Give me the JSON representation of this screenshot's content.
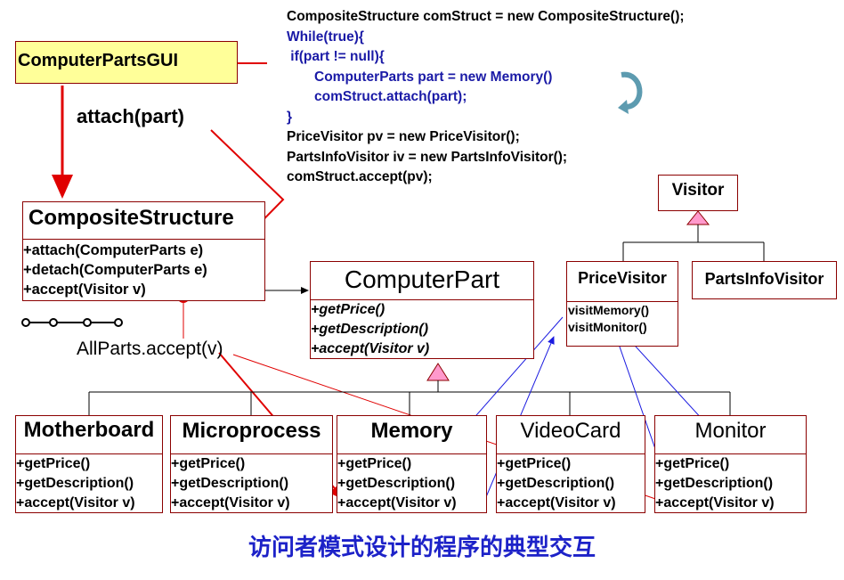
{
  "code": {
    "l1": "CompositeStructure comStruct = new CompositeStructure();",
    "l2": "While(true){",
    "l3": " if(part != null){",
    "l4": "ComputerParts part = new Memory()",
    "l5": "comStruct.attach(part);",
    "l6": "}",
    "l7": "PriceVisitor pv = new PriceVisitor();",
    "l8": "PartsInfoVisitor iv = new PartsInfoVisitor();",
    "l9": "comStruct.accept(pv);"
  },
  "gui": {
    "title": "ComputerPartsGUI"
  },
  "labels": {
    "attach": "attach(part)",
    "allparts": "AllParts.accept(v)"
  },
  "composite": {
    "title": "CompositeStructure",
    "ops": [
      "+attach(ComputerParts e)",
      "+detach(ComputerParts e)",
      "+accept(Visitor v)"
    ]
  },
  "computerpart": {
    "title": "ComputerPart",
    "ops": [
      "+getPrice()",
      "+getDescription()",
      "+accept(Visitor v)"
    ]
  },
  "visitor": {
    "title": "Visitor"
  },
  "pricevisitor": {
    "title": "PriceVisitor",
    "ops": [
      "visitMemory()",
      "visitMonitor()"
    ]
  },
  "partsinfovisitor": {
    "title": "PartsInfoVisitor"
  },
  "parts": [
    {
      "title": "Motherboard"
    },
    {
      "title": "Microprocess"
    },
    {
      "title": "Memory"
    },
    {
      "title": "VideoCard"
    },
    {
      "title": "Monitor"
    }
  ],
  "part_ops": [
    "+getPrice()",
    "+getDescription()",
    "+accept(Visitor v)"
  ],
  "caption": "访问者模式设计的程序的典型交互",
  "colors": {
    "gui_fill": "#ffff99",
    "triangle": "#ff99cc",
    "red_arrow": "#e00000",
    "blue_arrow": "#1a1ae0"
  }
}
